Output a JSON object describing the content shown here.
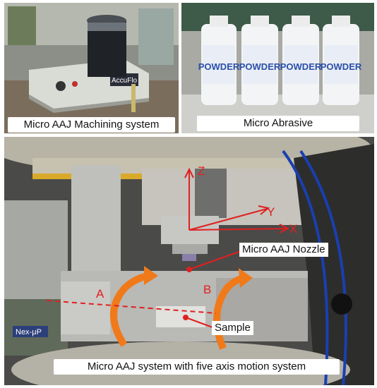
{
  "panels": {
    "top_left": {
      "caption": "Micro AAJ Machining system",
      "device_brand": "AccuFlo"
    },
    "top_right": {
      "caption": "Micro Abrasive",
      "bottle_labels": [
        "POWDER",
        "POWDER",
        "POWDER",
        "POWDER"
      ]
    },
    "bottom": {
      "caption": "Micro AAJ system with five axis motion system",
      "axes": {
        "z": "Z",
        "y": "Y",
        "x": "X"
      },
      "rotary_axes": {
        "a": "A",
        "b": "B"
      },
      "callouts": {
        "nozzle": "Micro AAJ  Nozzle",
        "sample": "Sample"
      },
      "machine_label": "Nex-μP"
    }
  },
  "colors": {
    "annotation_red": "#e02020",
    "rotation_orange": "#f07a1a",
    "tube_blue": "#1a3fb0"
  }
}
